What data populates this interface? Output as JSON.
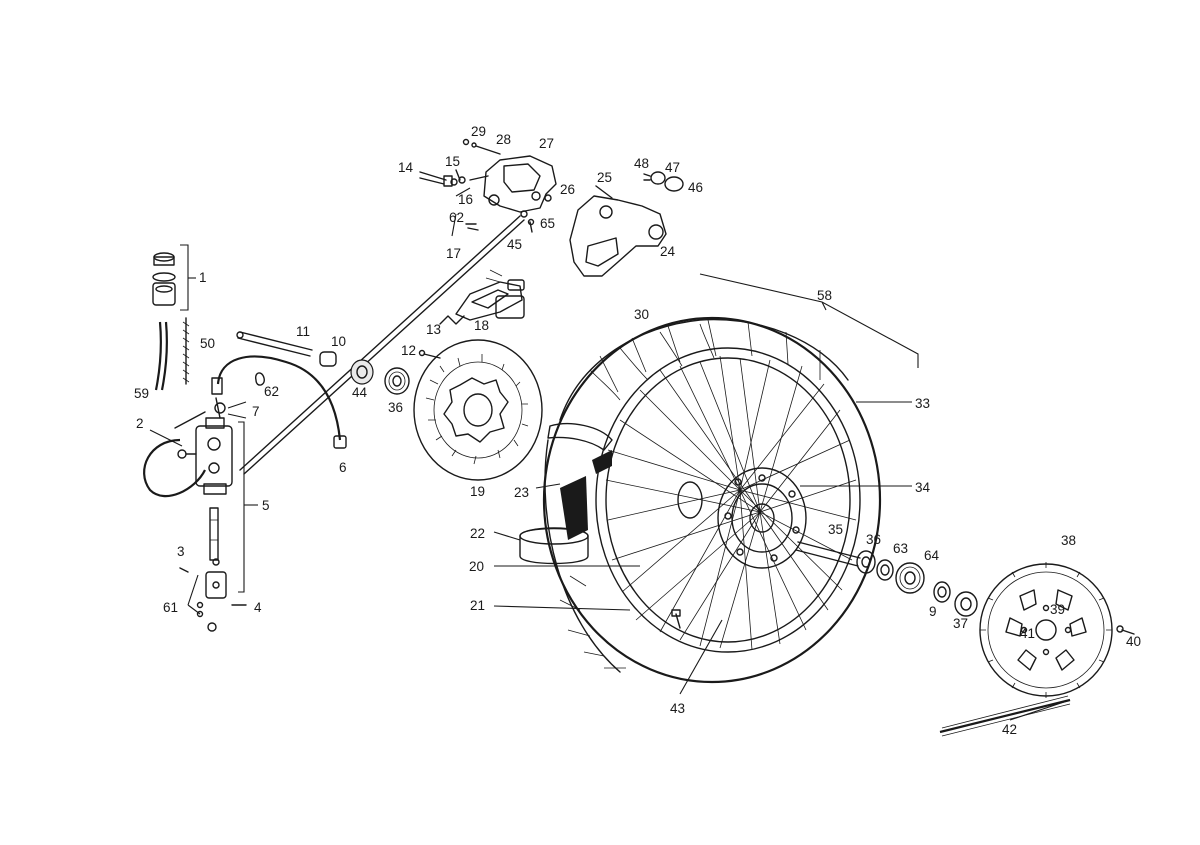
{
  "callouts": [
    {
      "id": "1",
      "text": "1"
    },
    {
      "id": "2",
      "text": "2"
    },
    {
      "id": "3",
      "text": "3"
    },
    {
      "id": "4",
      "text": "4"
    },
    {
      "id": "5",
      "text": "5"
    },
    {
      "id": "6",
      "text": "6"
    },
    {
      "id": "7",
      "text": "7"
    },
    {
      "id": "9",
      "text": "9"
    },
    {
      "id": "10",
      "text": "10"
    },
    {
      "id": "11",
      "text": "11"
    },
    {
      "id": "12",
      "text": "12"
    },
    {
      "id": "13",
      "text": "13"
    },
    {
      "id": "14",
      "text": "14"
    },
    {
      "id": "15",
      "text": "15"
    },
    {
      "id": "16",
      "text": "16"
    },
    {
      "id": "17",
      "text": "17"
    },
    {
      "id": "18",
      "text": "18"
    },
    {
      "id": "19",
      "text": "19"
    },
    {
      "id": "20",
      "text": "20"
    },
    {
      "id": "21",
      "text": "21"
    },
    {
      "id": "22",
      "text": "22"
    },
    {
      "id": "23",
      "text": "23"
    },
    {
      "id": "24",
      "text": "24"
    },
    {
      "id": "25",
      "text": "25"
    },
    {
      "id": "26",
      "text": "26"
    },
    {
      "id": "27",
      "text": "27"
    },
    {
      "id": "28",
      "text": "28"
    },
    {
      "id": "29",
      "text": "29"
    },
    {
      "id": "30",
      "text": "30"
    },
    {
      "id": "33",
      "text": "33"
    },
    {
      "id": "34",
      "text": "34"
    },
    {
      "id": "35",
      "text": "35"
    },
    {
      "id": "36a",
      "text": "36"
    },
    {
      "id": "36b",
      "text": "36"
    },
    {
      "id": "37",
      "text": "37"
    },
    {
      "id": "38",
      "text": "38"
    },
    {
      "id": "39",
      "text": "39"
    },
    {
      "id": "40",
      "text": "40"
    },
    {
      "id": "41",
      "text": "41"
    },
    {
      "id": "42",
      "text": "42"
    },
    {
      "id": "43",
      "text": "43"
    },
    {
      "id": "44",
      "text": "44"
    },
    {
      "id": "45",
      "text": "45"
    },
    {
      "id": "46",
      "text": "46"
    },
    {
      "id": "47",
      "text": "47"
    },
    {
      "id": "48",
      "text": "48"
    },
    {
      "id": "50",
      "text": "50"
    },
    {
      "id": "58",
      "text": "58"
    },
    {
      "id": "59",
      "text": "59"
    },
    {
      "id": "61",
      "text": "61"
    },
    {
      "id": "62a",
      "text": "62"
    },
    {
      "id": "62b",
      "text": "62"
    },
    {
      "id": "63",
      "text": "63"
    },
    {
      "id": "64",
      "text": "64"
    },
    {
      "id": "65",
      "text": "65"
    }
  ]
}
